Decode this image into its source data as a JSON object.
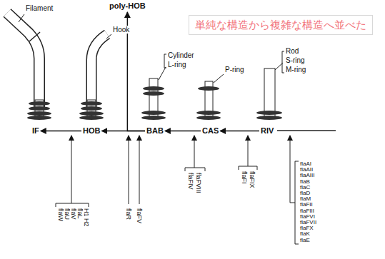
{
  "diagram": {
    "nodes": [
      {
        "text": [
          "poly-HOB"
        ]
      },
      {
        "text": [
          "単純な構造から複雑な構造へ並べた"
        ]
      },
      {
        "text": [
          "IF"
        ]
      },
      {
        "text": [
          "HOB"
        ]
      },
      {
        "text": [
          "BAB"
        ]
      },
      {
        "text": [
          "CAS"
        ]
      },
      {
        "text": [
          "RIV"
        ]
      }
    ],
    "edges": [
      {
        "from": 6,
        "to": 5,
        "arrow": "to"
      },
      {
        "from": 5,
        "to": 4,
        "arrow": "to"
      },
      {
        "from": 4,
        "to": 3,
        "arrow": "to"
      },
      {
        "from": 3,
        "to": 2,
        "arrow": "to"
      },
      {
        "from": 4,
        "to": 0,
        "arrow": "to"
      }
    ],
    "labels": [
      "Filament",
      "Hook",
      "Cylinder",
      "L-ring",
      "P-ring",
      "Rod",
      "S-ring",
      "M-ring",
      "flaW",
      "flaU",
      "flaV",
      "flaL",
      "H1 H2",
      "flaR",
      "flaFV",
      "flaFIV",
      "flaFVIII",
      "flaFI",
      "flaFIX",
      "flaAI",
      "flaAII",
      "flaAIII",
      "flaB",
      "flaC",
      "flaD",
      "flaM",
      "flaFII",
      "flaFIII",
      "flaFVI",
      "flaFVII",
      "flaFX",
      "flaK",
      "flaE"
    ]
  }
}
